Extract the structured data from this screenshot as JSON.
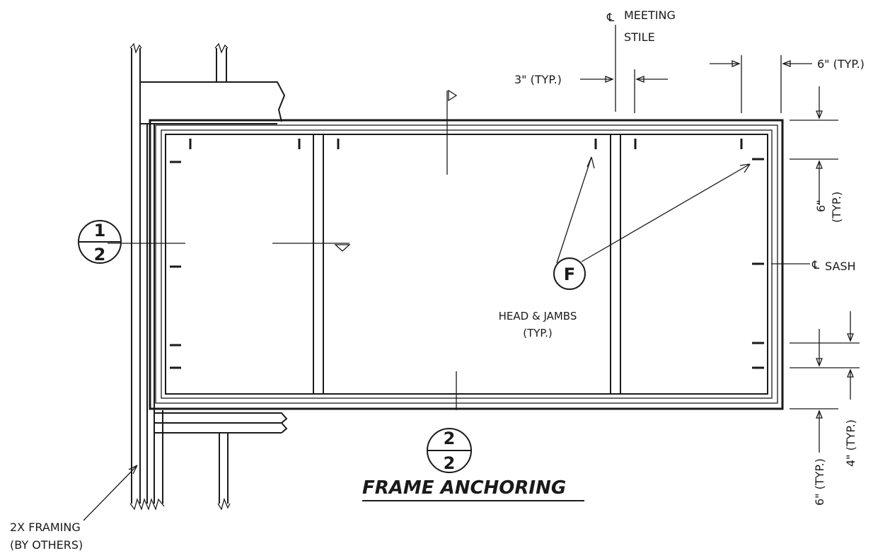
{
  "title": "FRAME ANCHORING",
  "labels": {
    "meeting_stile_line1": "MEETING",
    "meeting_stile_line2": "STILE",
    "dim_3_typ": "3\" (TYP.)",
    "dim_6_typ_top": "6\" (TYP.)",
    "dim_6_typ_right_num": "6\"",
    "dim_6_typ_right_typ": "(TYP.)",
    "sash_cl": "SASH",
    "head_jambs_line1": "HEAD & JAMBS",
    "head_jambs_line2": "(TYP.)",
    "dim_4_typ": "4\" (TYP.)",
    "dim_6_typ_bottom": "6\" (TYP.)",
    "framing_line1": "2X FRAMING",
    "framing_line2": "(BY OTHERS)"
  },
  "callouts": {
    "section_left": {
      "top": "1",
      "bottom": "2"
    },
    "section_bottom": {
      "top": "2",
      "bottom": "2"
    },
    "anchor_tag": "F"
  }
}
